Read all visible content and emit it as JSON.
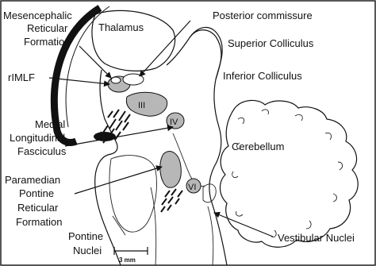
{
  "labels": {
    "mesencephalic": [
      "Mesencephalic",
      "Reticular",
      "Formation"
    ],
    "thalamus": "Thalamus",
    "posterior_commissure": "Posterior commissure",
    "superior_colliculus": "Superior Colliculus",
    "inferior_colliculus": "Inferior Colliculus",
    "rimlf": "rIMLF",
    "nucleus_iii": "III",
    "nucleus_iv": "IV",
    "mlf": [
      "Medial",
      "Longitudinal",
      "Fasciculus"
    ],
    "cerebellum": "Cerebellum",
    "pprf": [
      "Paramedian",
      "Pontine",
      "Reticular",
      "Formation"
    ],
    "nucleus_vi": "VI",
    "pontine_nuclei": [
      "Pontine",
      "Nuclei"
    ],
    "vestibular_nuclei": "Vestibular Nuclei",
    "scale_bar": "3 mm"
  }
}
